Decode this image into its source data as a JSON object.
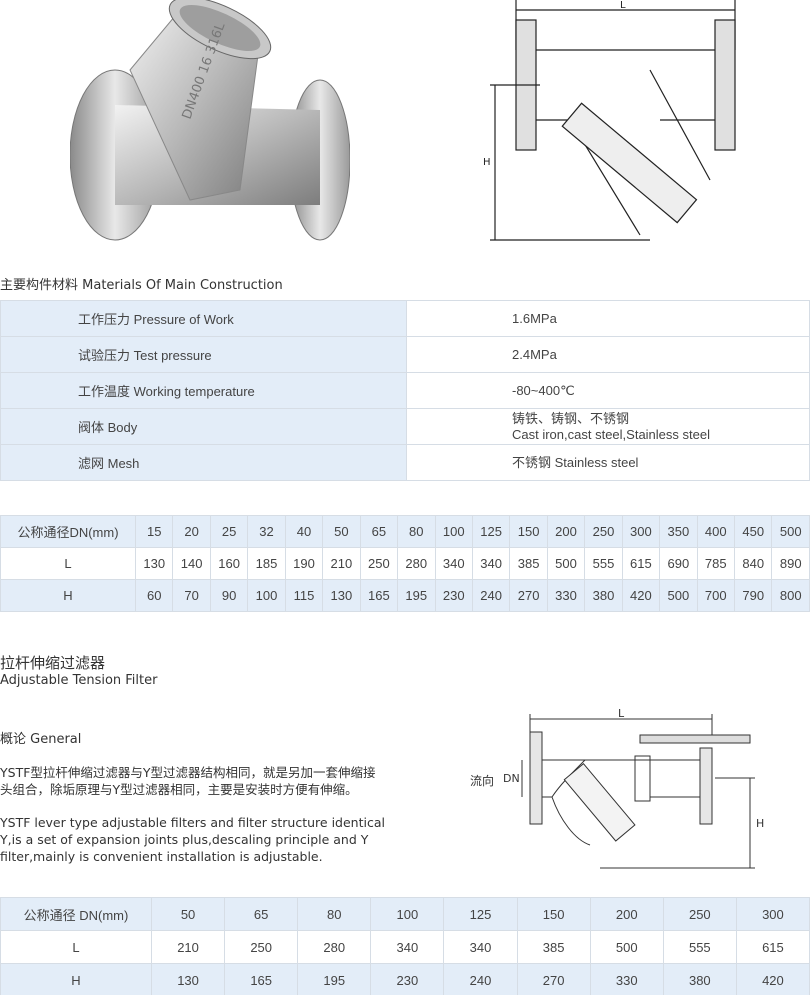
{
  "drawing_labels": {
    "L": "L",
    "H": "H",
    "DN": "DN",
    "flow": "流向"
  },
  "photo_marking": "DN400 16 316L",
  "materials": {
    "title": "主要构件材料 Materials Of Main Construction",
    "rows": [
      {
        "label": "工作压力 Pressure of Work",
        "value": "1.6MPa"
      },
      {
        "label": "试验压力 Test pressure",
        "value": "2.4MPa"
      },
      {
        "label": "工作温度 Working temperature",
        "value": "-80~400℃"
      },
      {
        "label": "阀体 Body",
        "value": "铸铁、铸钢、不锈钢",
        "value2": "Cast iron,cast steel,Stainless steel"
      },
      {
        "label": "滤网 Mesh",
        "value": "不锈钢 Stainless steel"
      }
    ]
  },
  "dims1": {
    "header": "公称通径DN(mm)",
    "dn": [
      "15",
      "20",
      "25",
      "32",
      "40",
      "50",
      "65",
      "80",
      "100",
      "125",
      "150",
      "200",
      "250",
      "300",
      "350",
      "400",
      "450",
      "500"
    ],
    "L_label": "L",
    "L": [
      "130",
      "140",
      "160",
      "185",
      "190",
      "210",
      "250",
      "280",
      "340",
      "340",
      "385",
      "500",
      "555",
      "615",
      "690",
      "785",
      "840",
      "890"
    ],
    "H_label": "H",
    "H": [
      "60",
      "70",
      "90",
      "100",
      "115",
      "130",
      "165",
      "195",
      "230",
      "240",
      "270",
      "330",
      "380",
      "420",
      "500",
      "700",
      "790",
      "800"
    ]
  },
  "section2": {
    "title_cn": "拉杆伸缩过滤器",
    "title_en": "Adjustable Tension Filter",
    "general": "概论 General",
    "cn_line1": "YSTF型拉杆伸缩过滤器与Y型过滤器结构相同，就是另加一套伸缩接",
    "cn_line2": "头组合，除垢原理与Y型过滤器相同，主要是安装时方便有伸缩。",
    "en_line1": "YSTF lever type adjustable filters and filter structure identical",
    "en_line2": "Y,is a set of expansion joints plus,descaling principle and Y",
    "en_line3": "filter,mainly is convenient installation is adjustable."
  },
  "dims2": {
    "header": "公称通径 DN(mm)",
    "dn": [
      "50",
      "65",
      "80",
      "100",
      "125",
      "150",
      "200",
      "250",
      "300"
    ],
    "L_label": "L",
    "L": [
      "210",
      "250",
      "280",
      "340",
      "340",
      "385",
      "500",
      "555",
      "615"
    ],
    "H_label": "H",
    "H": [
      "130",
      "165",
      "195",
      "230",
      "240",
      "270",
      "330",
      "380",
      "420"
    ]
  }
}
